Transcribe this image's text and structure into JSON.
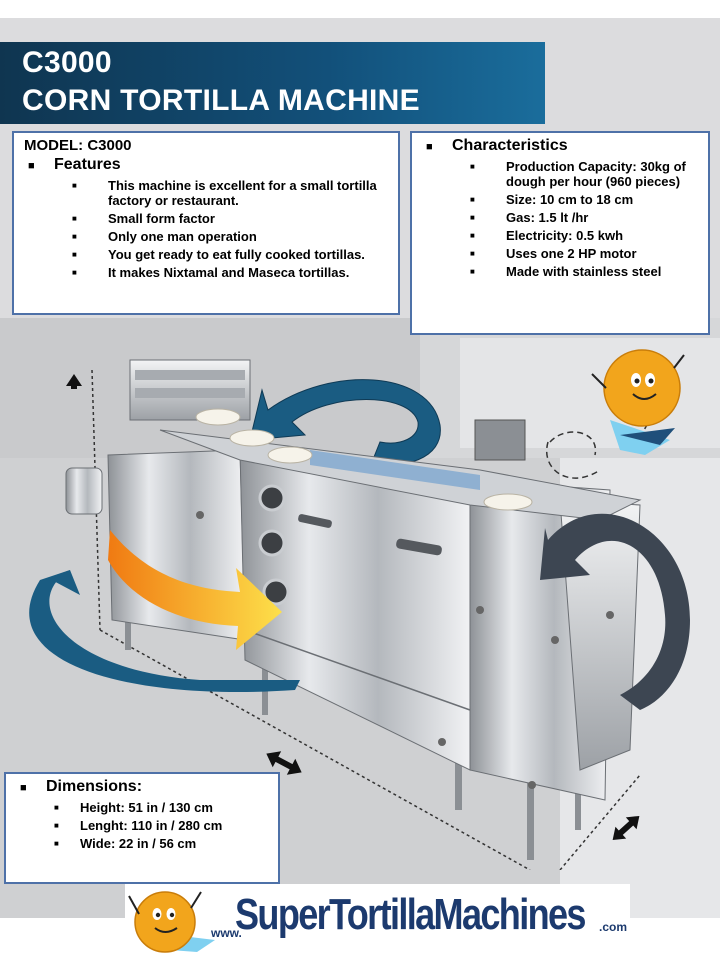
{
  "title": {
    "line1": "C3000",
    "line2": "CORN TORTILLA MACHINE"
  },
  "features_box": {
    "model": "MODEL:  C3000",
    "heading": "Features",
    "items": [
      "This machine is excellent for a small tortilla factory or restaurant.",
      "Small form factor",
      "Only one man operation",
      "You get ready to eat fully cooked tortillas.",
      "It makes Nixtamal and Maseca tortillas."
    ]
  },
  "characteristics_box": {
    "heading": "Characteristics",
    "items": [
      "Production Capacity: 30kg of dough per hour (960 pieces)",
      "Size: 10 cm to 18 cm",
      "Gas: 1.5 lt /hr",
      "Electricity: 0.5 kwh",
      "Uses  one 2 HP motor",
      "Made with stainless steel"
    ]
  },
  "dimensions_box": {
    "heading": "Dimensions:",
    "items": [
      "Height: 51 in / 130 cm",
      "Lenght: 110 in / 280 cm",
      "Wide:  22 in / 56 cm"
    ]
  },
  "footer": {
    "www": "www.",
    "brand": "SuperTortillaMachines",
    "tld": ".com"
  },
  "icons": {
    "bullet": "square-bullet-icon",
    "mascot": "tortilla-mascot-icon",
    "arrows": [
      "blue-curved-arrow-icon",
      "orange-arrow-icon",
      "gray-curved-arrow-icon",
      "double-arrow-icon"
    ]
  },
  "colors": {
    "banner": "#12507a",
    "box_border": "#4e71a8",
    "brand": "#1c3a6e",
    "arrow_blue": "#1a5c82",
    "arrow_orange": "#f39a1e",
    "arrow_gray": "#3d4652",
    "mascot": "#f2a51c"
  }
}
